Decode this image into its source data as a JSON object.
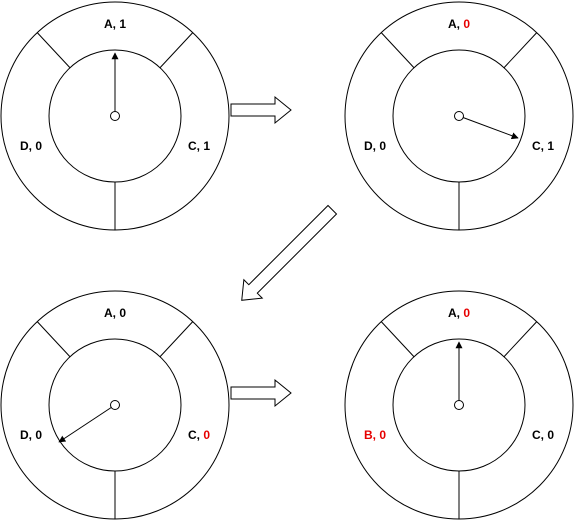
{
  "colors": {
    "stroke": "#000000",
    "changed": "#e60000",
    "background": "#ffffff"
  },
  "panels": [
    {
      "id": "panel-1",
      "pointer": "A",
      "labels": {
        "A": {
          "name": "A",
          "sep": ", ",
          "value": "1",
          "name_changed": false,
          "value_changed": false
        },
        "C": {
          "name": "C",
          "sep": ", ",
          "value": "1",
          "name_changed": false,
          "value_changed": false
        },
        "D": {
          "name": "D",
          "sep": ", ",
          "value": "0",
          "name_changed": false,
          "value_changed": false
        }
      }
    },
    {
      "id": "panel-2",
      "pointer": "C",
      "labels": {
        "A": {
          "name": "A",
          "sep": ", ",
          "value": "0",
          "name_changed": false,
          "value_changed": true
        },
        "C": {
          "name": "C",
          "sep": ", ",
          "value": "1",
          "name_changed": false,
          "value_changed": false
        },
        "D": {
          "name": "D",
          "sep": ", ",
          "value": "0",
          "name_changed": false,
          "value_changed": false
        }
      }
    },
    {
      "id": "panel-3",
      "pointer": "D",
      "labels": {
        "A": {
          "name": "A",
          "sep": ", ",
          "value": "0",
          "name_changed": false,
          "value_changed": false
        },
        "C": {
          "name": "C",
          "sep": ", ",
          "value": "0",
          "name_changed": false,
          "value_changed": true
        },
        "D": {
          "name": "D",
          "sep": ", ",
          "value": "0",
          "name_changed": false,
          "value_changed": false
        }
      }
    },
    {
      "id": "panel-4",
      "pointer": "A",
      "labels": {
        "A": {
          "name": "A",
          "sep": ", ",
          "value": "0",
          "name_changed": false,
          "value_changed": true
        },
        "C": {
          "name": "C",
          "sep": ", ",
          "value": "0",
          "name_changed": false,
          "value_changed": false
        },
        "D": {
          "name": "B",
          "sep": ", ",
          "value": "0",
          "name_changed": true,
          "value_changed": true
        }
      }
    }
  ],
  "arrows": [
    {
      "from": "panel-1",
      "to": "panel-2",
      "direction": "right"
    },
    {
      "from": "panel-2",
      "to": "panel-3",
      "direction": "down-left"
    },
    {
      "from": "panel-3",
      "to": "panel-4",
      "direction": "right"
    }
  ]
}
